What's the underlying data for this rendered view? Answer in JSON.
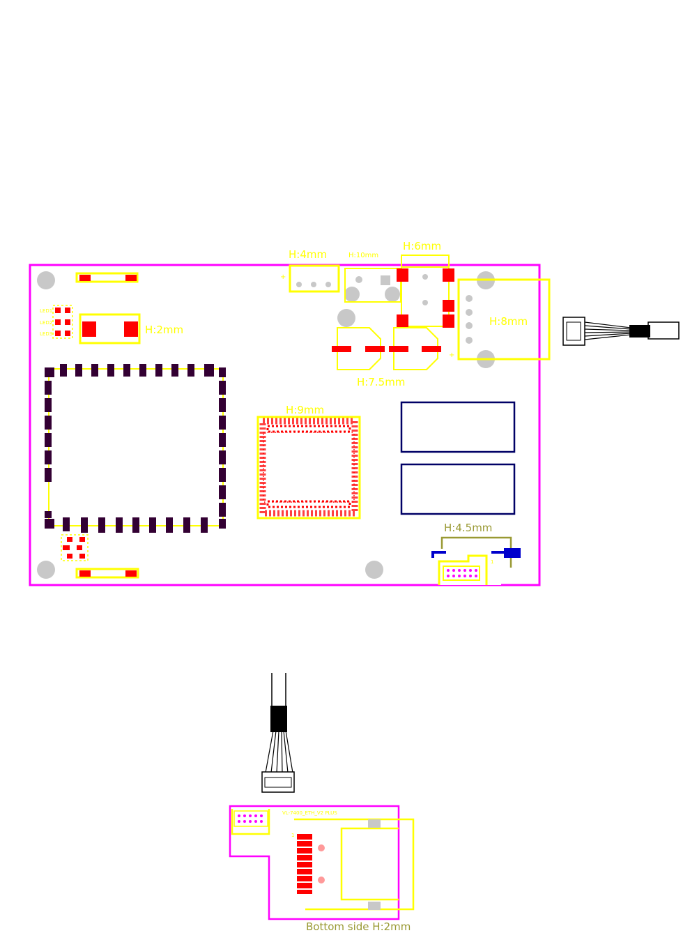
{
  "colors": {
    "outline": "#ff00ff",
    "silk": "#ffff00",
    "pad": "#ff0000",
    "dark_pad": "#330033",
    "mount_hole": "#c8c8c8",
    "blue": "#0000cc",
    "olive": "#999933",
    "black": "#000000"
  },
  "labels": {
    "h_4mm": "H:4mm",
    "h_10mm": "H:10mm",
    "h_6mm": "H:6mm",
    "h_2mm": "H:2mm",
    "h_8mm": "H:8mm",
    "h_7_5mm": "H:7.5mm",
    "h_9mm": "H:9mm",
    "h_4_5mm": "H:4.5mm",
    "bottom_side": "Bottom side H:2mm",
    "led_1": "LED1",
    "led_2": "LED2",
    "led_3": "LED3",
    "plus_sign": "+",
    "bottom_board_text": "VL-7400_ETH_V2 PLUS",
    "connector_pin": "1"
  }
}
